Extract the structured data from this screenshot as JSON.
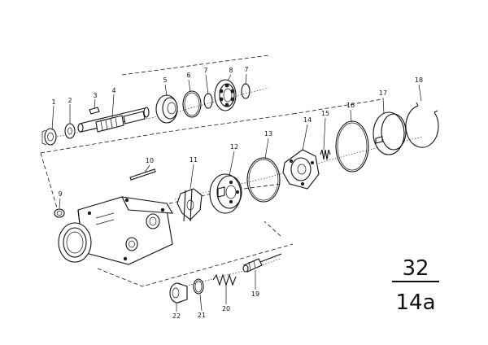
{
  "callouts": [
    {
      "id": "1",
      "label": "1"
    },
    {
      "id": "2",
      "label": "2"
    },
    {
      "id": "3",
      "label": "3"
    },
    {
      "id": "4",
      "label": "4"
    },
    {
      "id": "5",
      "label": "5"
    },
    {
      "id": "6",
      "label": "6"
    },
    {
      "id": "7a",
      "label": "7"
    },
    {
      "id": "8",
      "label": "8"
    },
    {
      "id": "7b",
      "label": "7"
    },
    {
      "id": "9",
      "label": "9"
    },
    {
      "id": "10",
      "label": "10"
    },
    {
      "id": "11",
      "label": "11"
    },
    {
      "id": "12",
      "label": "12"
    },
    {
      "id": "13",
      "label": "13"
    },
    {
      "id": "14",
      "label": "14"
    },
    {
      "id": "15",
      "label": "15"
    },
    {
      "id": "16",
      "label": "16"
    },
    {
      "id": "17",
      "label": "17"
    },
    {
      "id": "18",
      "label": "18"
    },
    {
      "id": "19",
      "label": "19"
    },
    {
      "id": "20",
      "label": "20"
    },
    {
      "id": "21",
      "label": "21"
    },
    {
      "id": "22",
      "label": "22"
    }
  ],
  "section": {
    "group": "32",
    "sheet": "14a"
  }
}
